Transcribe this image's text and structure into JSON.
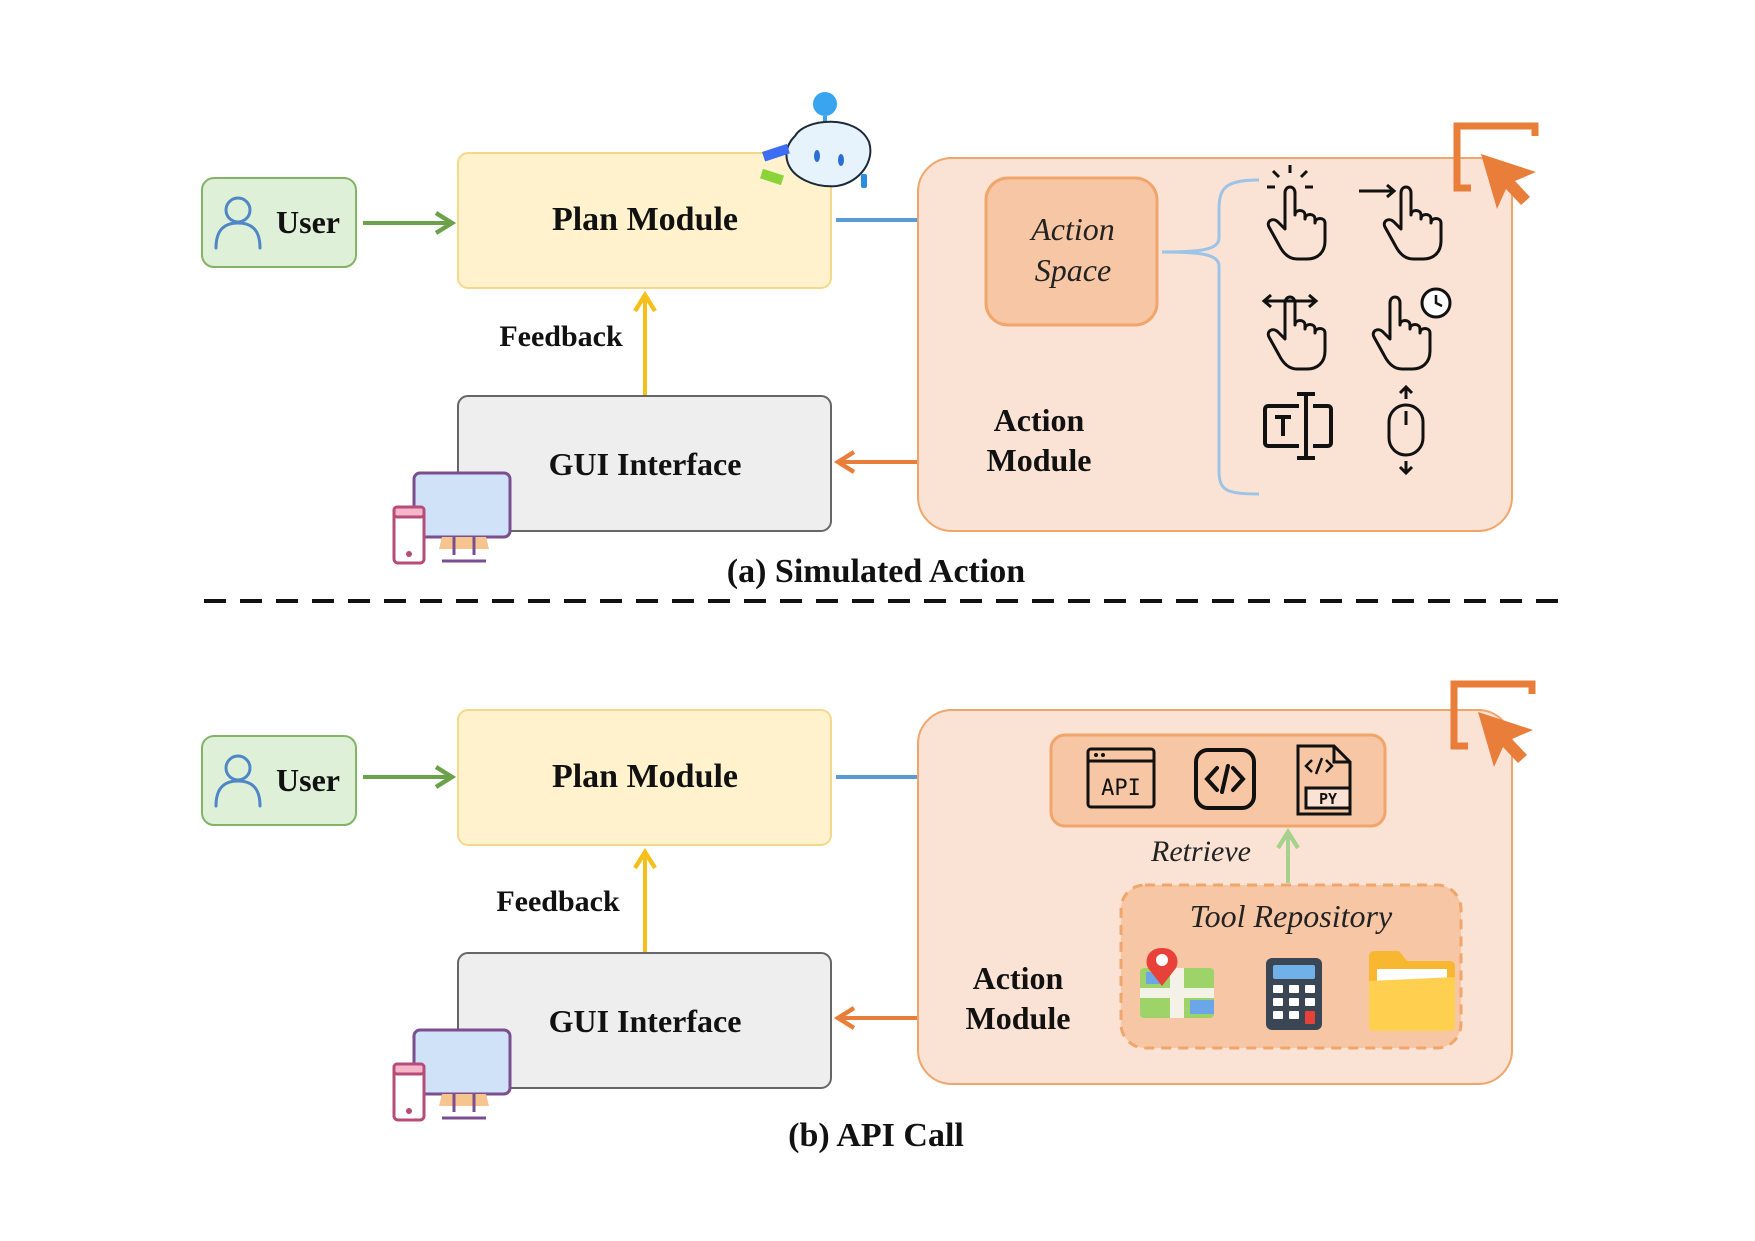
{
  "panel_a": {
    "user_label": "User",
    "plan_label": "Plan Module",
    "feedback_label": "Feedback",
    "gui_label": "GUI Interface",
    "action_space_line1": "Action",
    "action_space_line2": "Space",
    "action_module_line1": "Action",
    "action_module_line2": "Module",
    "caption": "(a) Simulated Action",
    "gesture_icons": [
      "tap-gesture-icon",
      "swipe-gesture-icon",
      "pinch-gesture-icon",
      "long-press-gesture-icon",
      "text-input-icon",
      "scroll-mouse-icon"
    ]
  },
  "panel_b": {
    "user_label": "User",
    "plan_label": "Plan Module",
    "feedback_label": "Feedback",
    "gui_label": "GUI Interface",
    "api_icon_label": "API",
    "py_icon_label": "PY",
    "retrieve_label": "Retrieve",
    "tool_repository_label": "Tool Repository",
    "action_module_line1": "Action",
    "action_module_line2": "Module",
    "caption": "(b) API Call",
    "tool_icons": [
      "map-icon",
      "calculator-icon",
      "folder-icon"
    ]
  },
  "colors": {
    "user_fill": "#dff0d8",
    "user_stroke": "#82b366",
    "plan_fill": "#fff2cc",
    "plan_stroke": "#f5d98b",
    "gui_fill": "#eeeeee",
    "gui_stroke": "#666666",
    "action_fill": "#fae3d5",
    "action_stroke": "#f0a56a",
    "inner_fill": "#f7c6a4",
    "green_arrow": "#6ba14a",
    "blue_arrow": "#5b9bd5",
    "yellow_arrow": "#f5c01a",
    "orange_arrow": "#e87e3a",
    "brace": "#9dc3e6"
  }
}
